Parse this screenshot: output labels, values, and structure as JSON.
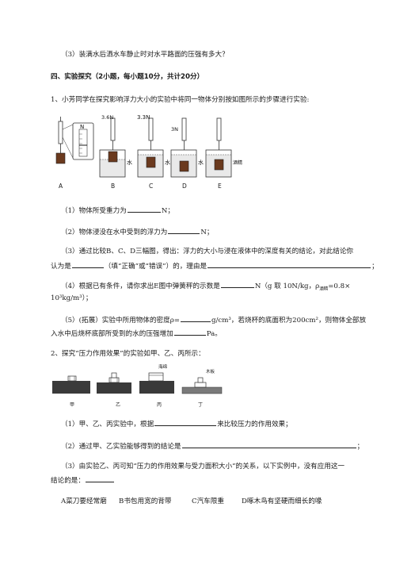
{
  "q3_prev": "（3）装满水后洒水车静止时对水平路面的压强有多大？",
  "section_title": "四、实验探究（2小题，每小题10分，共计20分）",
  "q1": {
    "stem": "1、小芳同学在探究影响浮力大小的实验中将同一物体分别按如图所示的步骤进行实验:",
    "figure": {
      "spring_labels": [
        "3.6N",
        "3.3N",
        "3N"
      ],
      "scale_letter": "N",
      "liquid_water": "水",
      "liquid_alcohol": "酒精",
      "step_labels": [
        "A",
        "B",
        "C",
        "D",
        "E"
      ]
    },
    "p1_a": "（1）物体所受重力为",
    "p1_b": "N；",
    "p2_a": "（2）物体浸没在水中受到的浮力为",
    "p2_b": "N；",
    "p3_line1": "（3）通过比较B、C、D三幅图，得出：浮力的大小与浸在液体中的深度有关的结论，对此结论你",
    "p3_a": "认为是",
    "p3_b": "（填“正确”或“错误”）的，理由是",
    "p3_c": "；",
    "p4_a": "（4）根据已有条件，请你求出E图中弹簧秤的示数是",
    "p4_b": "N（g 取 10N/kg，ρ",
    "p4_sub": "酒精",
    "p4_c": "=0.8×",
    "p4_line2": "10³kg/m³）；",
    "p5_a": "（5）(拓展）实验中所用物体的密度ρ=",
    "p5_b": "g/cm³，若烧杯的底面积为200cm²，则物体全部放",
    "p5_c": "入水中后烧杯底部所受到的水的压强增加",
    "p5_d": "Pa。"
  },
  "q2": {
    "stem": "2、探究“压力作用效果”的实验如甲、乙、丙所示：",
    "figure": {
      "label_sponge": "海绵",
      "label_board": "木板",
      "panel_labels": [
        "甲",
        "乙",
        "丙",
        "丁"
      ]
    },
    "p1_a": "（1）甲、乙、丙实验中，根据",
    "p1_b": "来比较压力的作用效果；",
    "p2_a": "（2）通过甲、乙实验能够得到的结论是",
    "p2_b": "；",
    "p3_line1": "（3）由实验乙、丙可知“压力的作用效果与受力面积大小”的关系，以下实例中，没有应用这一",
    "p3_a": "结论的是：",
    "options": [
      "A菜刀要经常磨",
      "B书包用宽的背带",
      "C汽车限重",
      "D啄木鸟有坚硬而细长的喙"
    ]
  }
}
